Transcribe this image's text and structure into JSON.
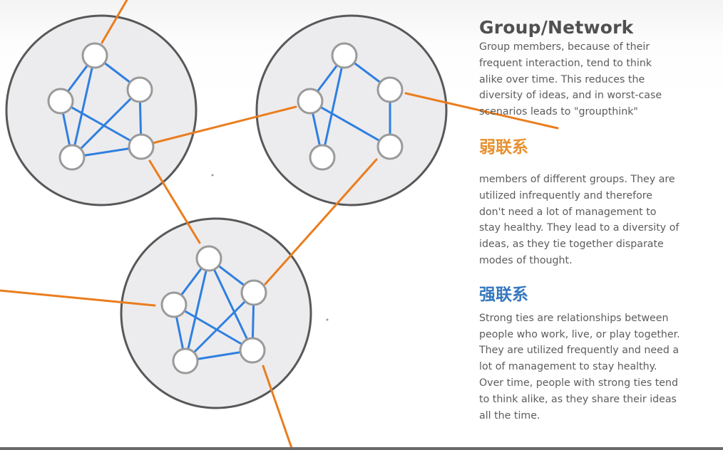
{
  "title": "Group/Network",
  "group_text": "Group members, because of their\nfrequent interaction, tend to think\nalike over time. This reduces the\ndiversity of ideas, and in worst-case\nscenarios leads to \"groupthink\"",
  "weak_ties": {
    "heading": "弱联系",
    "text": "members of different groups. They are\nutilized infrequently and therefore\ndon't need a lot of management to\nstay healthy. They lead to a diversity of\nideas, as they tie together disparate\nmodes of thought."
  },
  "strong_ties": {
    "heading": "强联系",
    "text": "Strong ties are relationships between\npeople who work, live, or play together.\nThey are utilized frequently and need a\nlot of management to stay healthy.\nOver time, people with strong ties tend\nto think alike, as they share their ideas\nall the time."
  },
  "colors": {
    "weak_tie": "#ea7d1e",
    "strong_tie": "#2f7fe0",
    "group_fill": "#ececee",
    "group_border": "#585858",
    "node_fill": "#ffffff",
    "node_border": "#9a9a9a",
    "weak_heading": "#e8902e",
    "strong_heading": "#3577bf"
  }
}
